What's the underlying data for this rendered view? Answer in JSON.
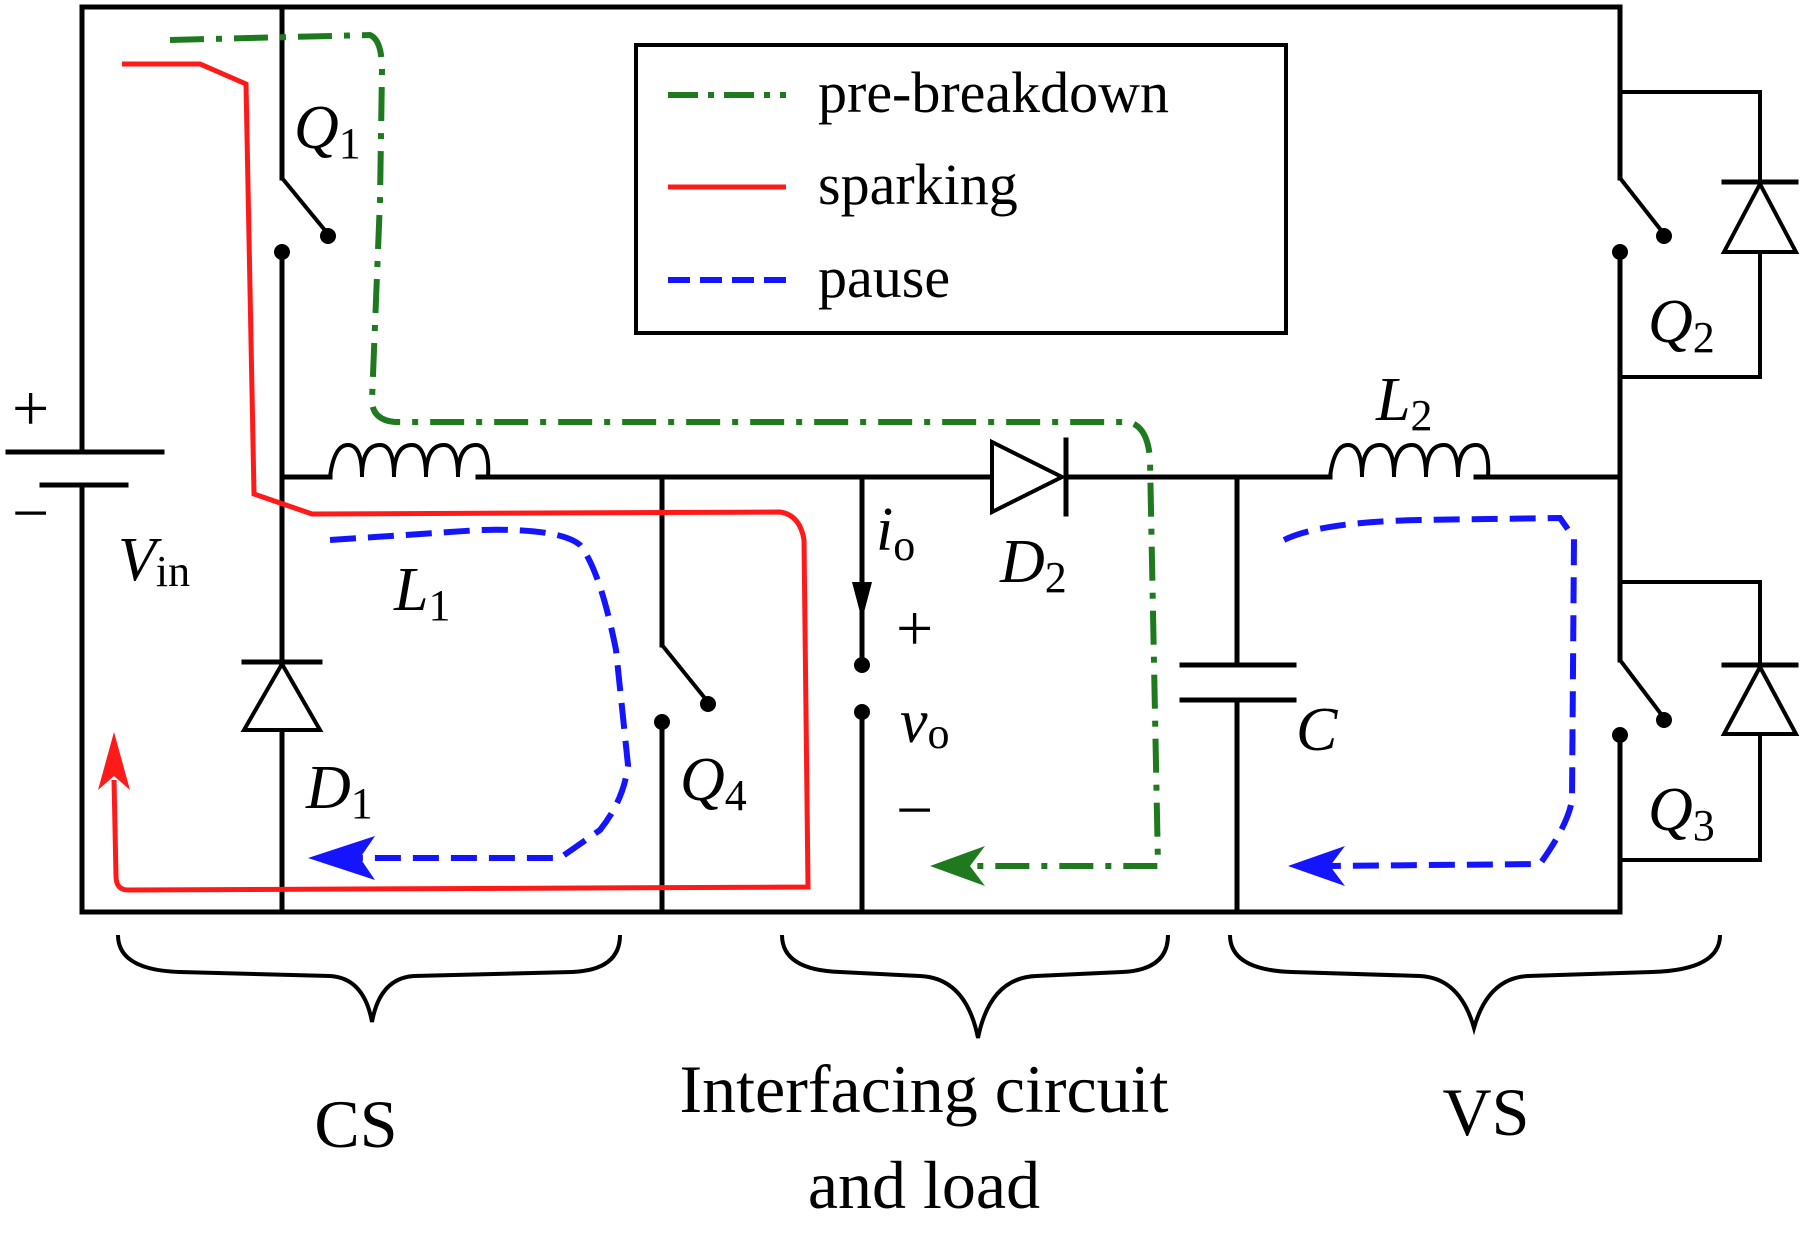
{
  "legend": {
    "items": [
      {
        "label": "pre-breakdown",
        "color": "#1f7a1f",
        "dash": "dash-dot"
      },
      {
        "label": "sparking",
        "color": "#ff1a1a",
        "dash": "solid"
      },
      {
        "label": "pause",
        "color": "#1414ff",
        "dash": "dashed"
      }
    ]
  },
  "components": {
    "source_plus": "+",
    "source_minus": "−",
    "vin_main": "V",
    "vin_sub": "in",
    "q1_main": "Q",
    "q1_sub": "1",
    "q2_main": "Q",
    "q2_sub": "2",
    "q3_main": "Q",
    "q3_sub": "3",
    "q4_main": "Q",
    "q4_sub": "4",
    "l1_main": "L",
    "l1_sub": "1",
    "l2_main": "L",
    "l2_sub": "2",
    "d1_main": "D",
    "d1_sub": "1",
    "d2_main": "D",
    "d2_sub": "2",
    "c_main": "C",
    "io_main": "i",
    "io_sub": "o",
    "vo_main": "v",
    "vo_sub": "o",
    "vo_plus": "+",
    "vo_minus": "−"
  },
  "sections": {
    "cs": "CS",
    "interface_line1": "Interfacing circuit",
    "interface_line2": "and load",
    "vs": "VS"
  }
}
